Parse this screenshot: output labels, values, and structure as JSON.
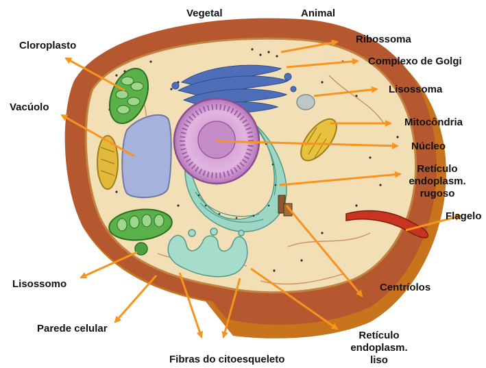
{
  "header": {
    "left": "Vegetal",
    "right": "Animal"
  },
  "labels": {
    "ribossoma": "Ribossoma",
    "golgi": "Complexo de Golgi",
    "lisossoma": "Lisossoma",
    "mitocondria": "Mitocôndria",
    "nucleo": "Núcleo",
    "rer_1": "Retículo",
    "rer_2": "endoplasm.",
    "rer_3": "rugoso",
    "flagelo": "Flagelo",
    "centriolos": "Centríolos",
    "ser_1": "Retículo",
    "ser_2": "endoplasm.",
    "ser_3": "liso",
    "fibras": "Fibras do citoesqueleto",
    "parede": "Parede celular",
    "lisossomo": "Lisossomo",
    "vacuolo": "Vacúolo",
    "cloroplasto": "Cloroplasto"
  },
  "colors": {
    "arrow": "#f7941d",
    "cell_wall": "#b5572f",
    "cytoplasm": "#f3dfb6",
    "nucleus": "#d9a6d9",
    "vacuole": "#a7b2dc",
    "chloroplast": "#5ab14a",
    "mitochondria": "#e7c23c",
    "golgi": "#4e6fb8",
    "rough_er": "#9cd6c5",
    "flagellum": "#c8341f"
  }
}
